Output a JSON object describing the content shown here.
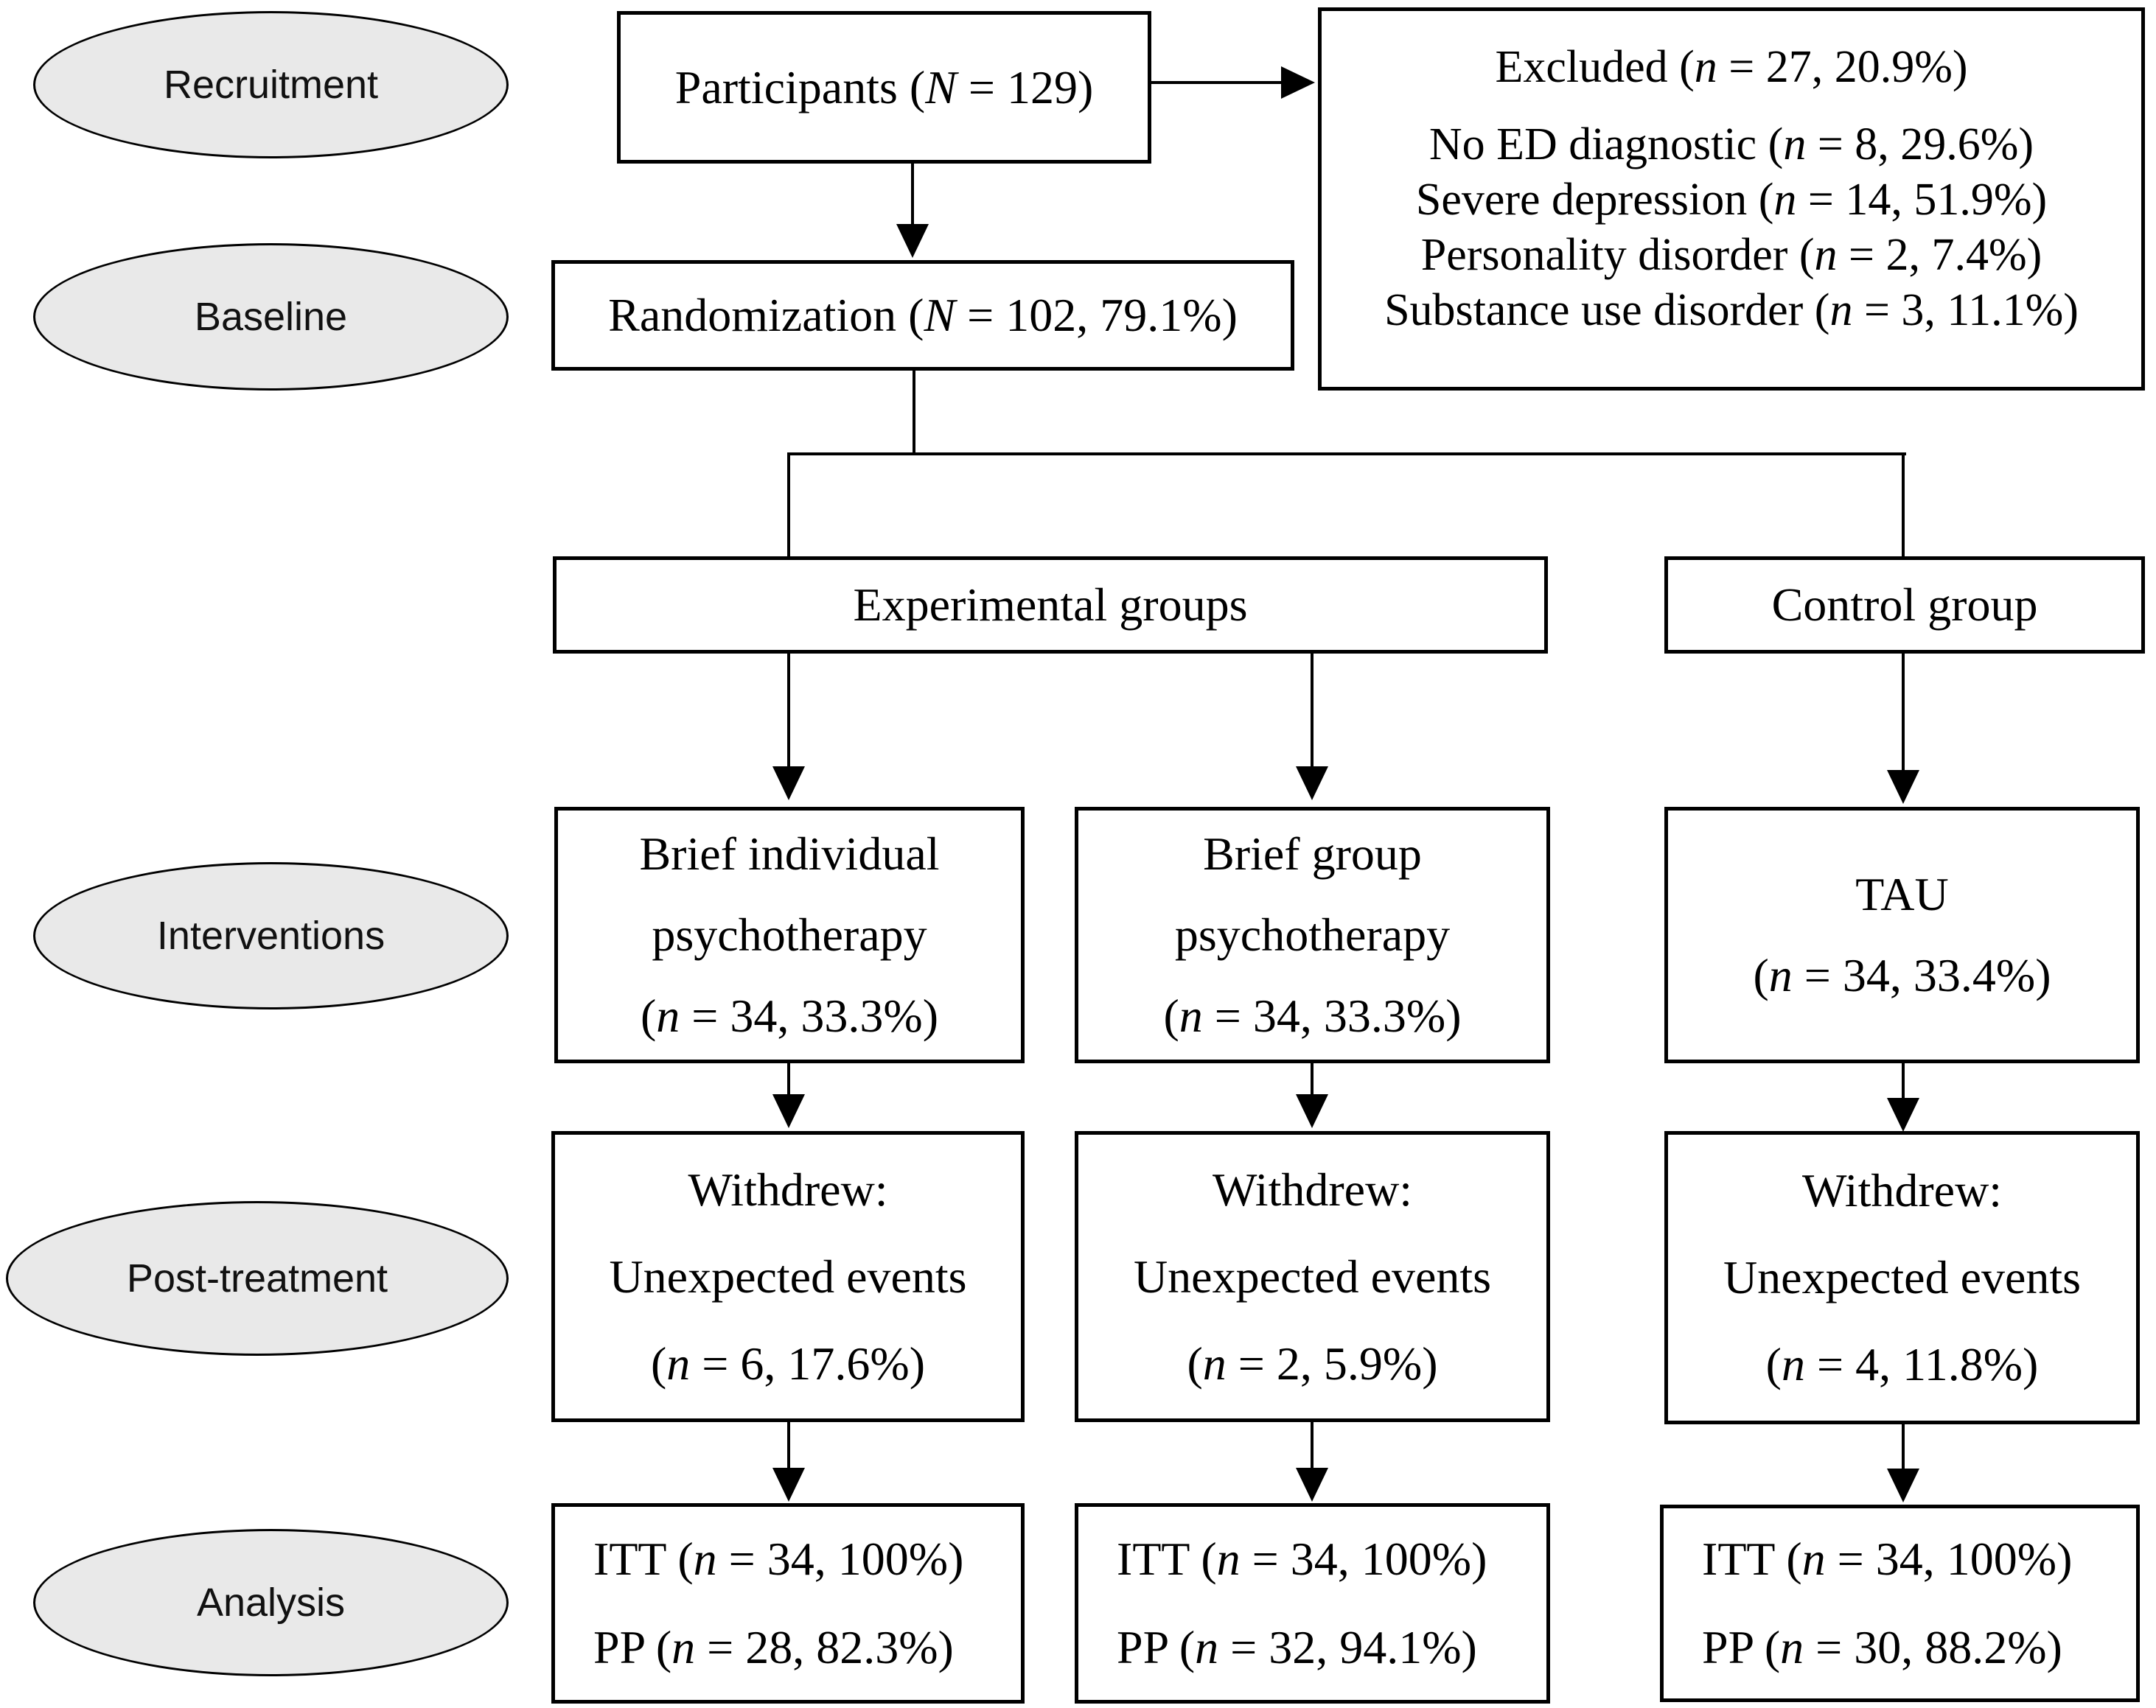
{
  "figure": {
    "background": "#ffffff",
    "border_color": "#000000",
    "ellipse_fill": "#e9e9e9"
  },
  "stages": [
    {
      "label": "Recruitment"
    },
    {
      "label": "Baseline"
    },
    {
      "label": "Interventions"
    },
    {
      "label": "Post-treatment"
    },
    {
      "label": "Analysis"
    }
  ],
  "nodes": {
    "participants": {
      "text": "Participants (N = 129)"
    },
    "excluded": {
      "title": "Excluded (n = 27, 20.9%)",
      "reasons": [
        "No ED diagnostic (n = 8, 29.6%)",
        "Severe depression (n = 14, 51.9%)",
        "Personality disorder (n = 2, 7.4%)",
        "Substance use disorder (n = 3, 11.1%)"
      ]
    },
    "randomization": {
      "text": "Randomization (N = 102, 79.1%)"
    },
    "experimental_groups": {
      "text": "Experimental groups"
    },
    "control_group": {
      "text": "Control group"
    },
    "brief_individual": {
      "lines": [
        "Brief individual",
        "psychotherapy",
        "(n = 34, 33.3%)"
      ]
    },
    "brief_group": {
      "lines": [
        "Brief group",
        "psychotherapy",
        "(n = 34, 33.3%)"
      ]
    },
    "tau": {
      "lines": [
        "TAU",
        "(n = 34, 33.4%)"
      ]
    },
    "withdrew_individual": {
      "lines": [
        "Withdrew:",
        "Unexpected events",
        "(n = 6, 17.6%)"
      ]
    },
    "withdrew_group": {
      "lines": [
        "Withdrew:",
        "Unexpected events",
        "(n = 2, 5.9%)"
      ]
    },
    "withdrew_tau": {
      "lines": [
        "Withdrew:",
        "Unexpected events",
        "(n = 4, 11.8%)"
      ]
    },
    "analysis_individual": {
      "lines": [
        "ITT (n = 34, 100%)",
        "PP (n = 28, 82.3%)"
      ]
    },
    "analysis_group": {
      "lines": [
        "ITT (n = 34, 100%)",
        "PP (n = 32, 94.1%)"
      ]
    },
    "analysis_tau": {
      "lines": [
        "ITT (n = 34, 100%)",
        "PP (n = 30, 88.2%)"
      ]
    }
  }
}
